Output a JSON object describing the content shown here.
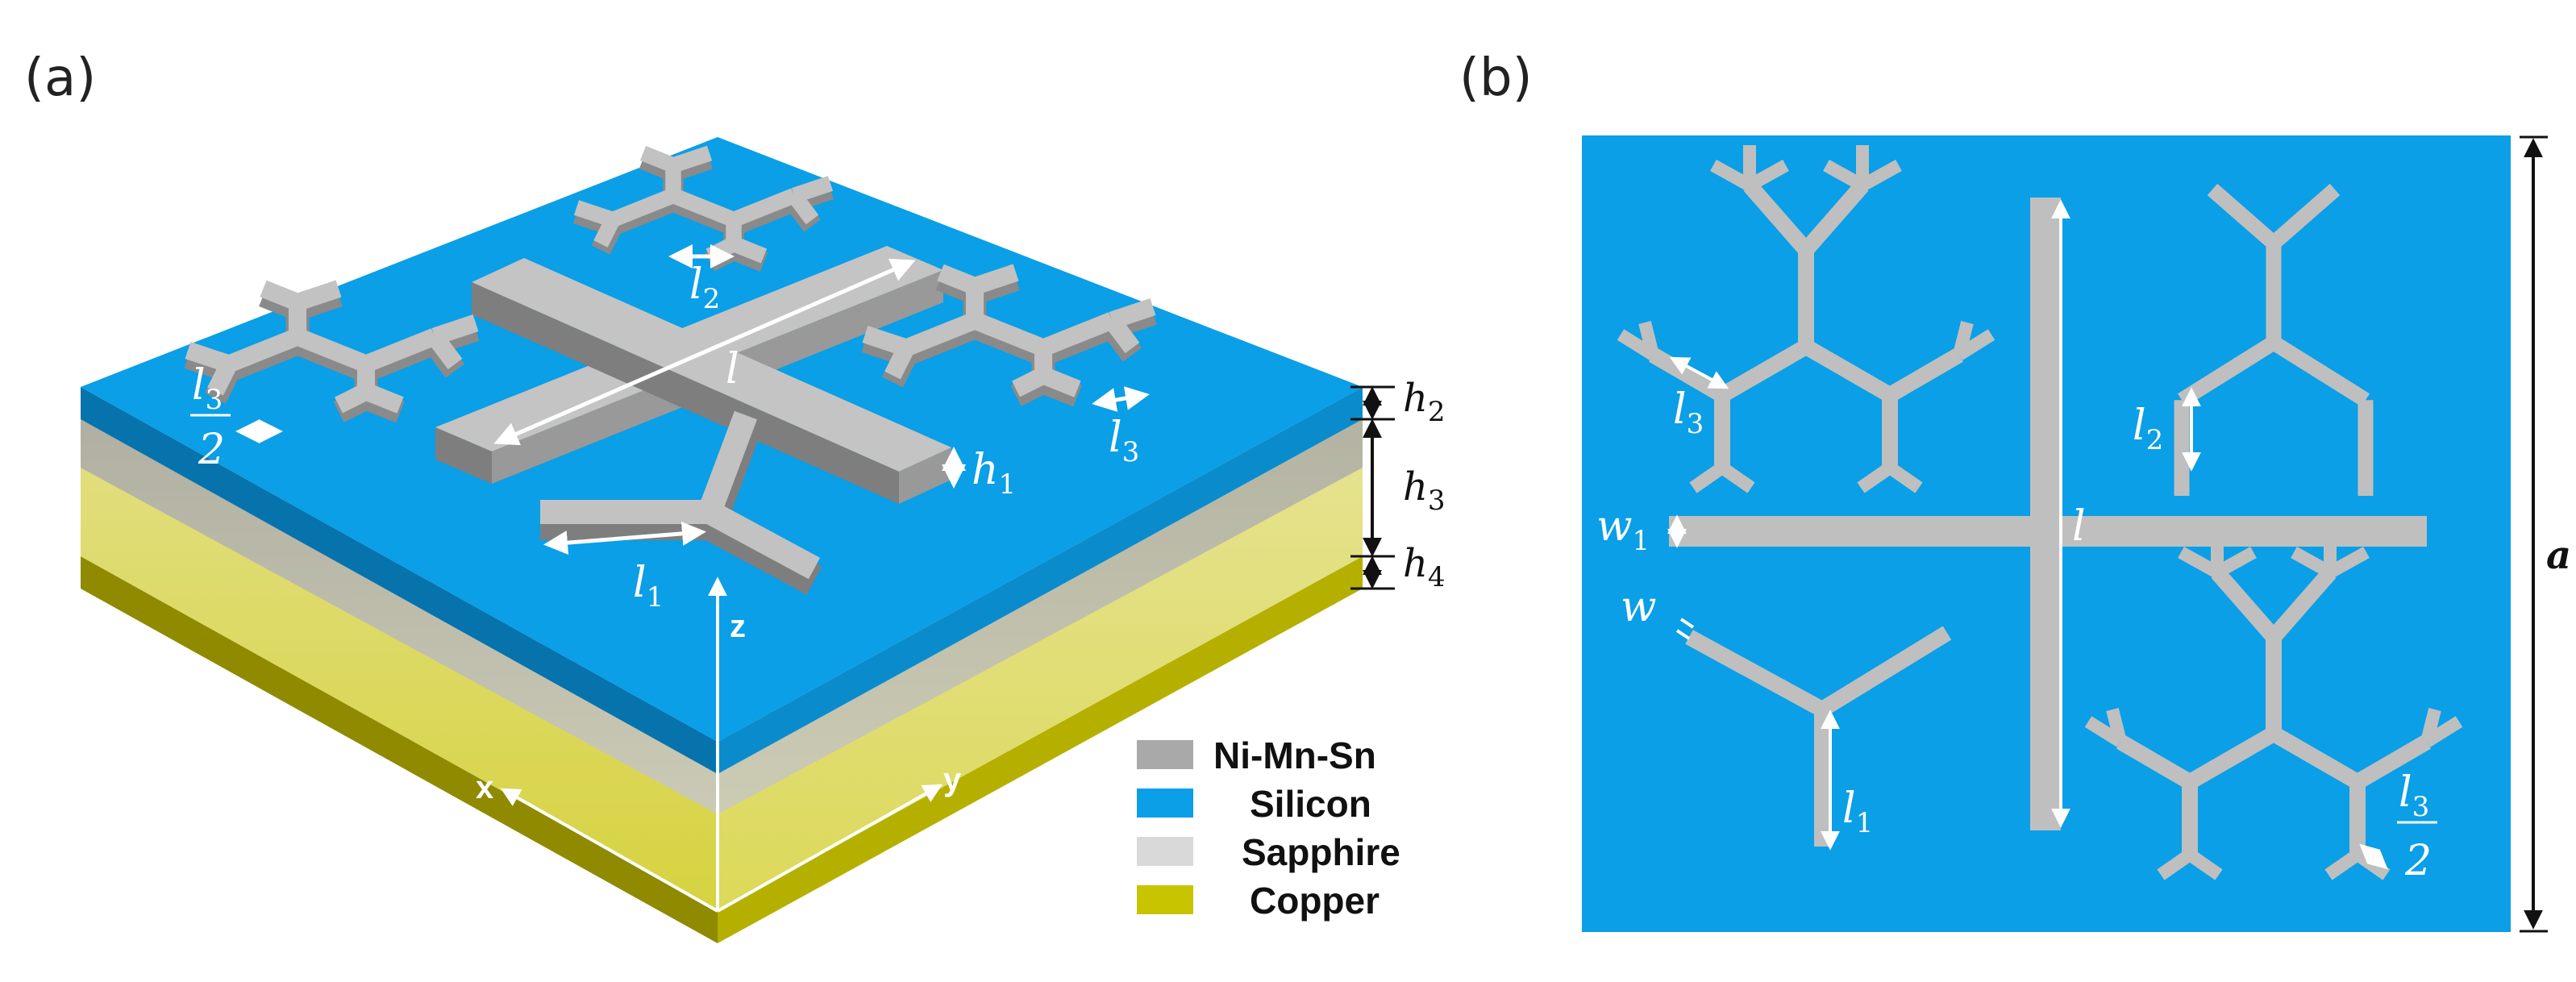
{
  "panels": {
    "a": {
      "label": "(a)"
    },
    "b": {
      "label": "(b)"
    }
  },
  "colors": {
    "silicon": "#0a9fe6",
    "silicon_dark": "#0673ad",
    "metal": "#a9a9a9",
    "metal_light": "#c4c4c4",
    "metal_dark": "#7e7e7e",
    "sapphire": "#bdbdbd",
    "copper": "#c9c400",
    "copper_dark": "#8f8a00"
  },
  "labels_a": {
    "l": "l",
    "l1_base": "l",
    "l1_sub": "1",
    "l2_base": "l",
    "l2_sub": "2",
    "l3_base": "l",
    "l3_sub": "3",
    "l3half_num_base": "l",
    "l3half_num_sub": "3",
    "l3half_den": "2",
    "h1_base": "h",
    "h1_sub": "1",
    "h2_base": "h",
    "h2_sub": "2",
    "h3_base": "h",
    "h3_sub": "3",
    "h4_base": "h",
    "h4_sub": "4",
    "axis_x": "x",
    "axis_y": "y",
    "axis_z": "z"
  },
  "labels_b": {
    "l": "l",
    "l1_base": "l",
    "l1_sub": "1",
    "l2_base": "l",
    "l2_sub": "2",
    "l3_base": "l",
    "l3_sub": "3",
    "l3half_num_base": "l",
    "l3half_num_sub": "3",
    "l3half_den": "2",
    "w": "w",
    "w1_base": "w",
    "w1_sub": "1",
    "a": "a"
  },
  "legend": [
    {
      "label": "Ni-Mn-Sn",
      "color": "#a9a9a9"
    },
    {
      "label": "Silicon",
      "color": "#0a9fe6"
    },
    {
      "label": "Sapphire",
      "color": "#d9d9d9"
    },
    {
      "label": "Copper",
      "color": "#c9c400"
    }
  ]
}
